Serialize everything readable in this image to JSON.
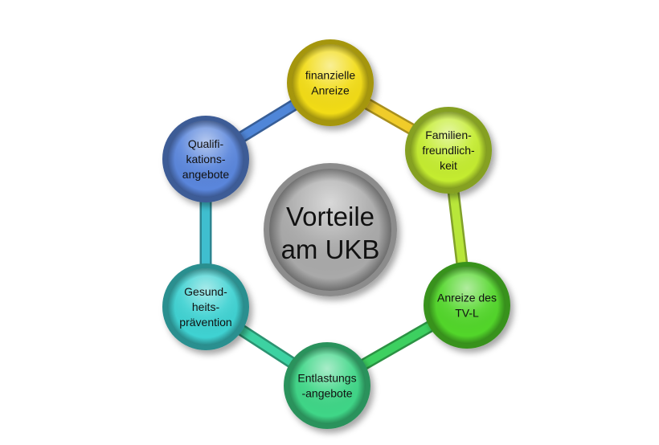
{
  "center": {
    "lines": [
      "Vorteile",
      "am UKB"
    ],
    "color": "#a9a9a9"
  },
  "nodes": [
    {
      "id": "finanzielle-anreize",
      "lines": [
        "finanzielle",
        "Anreize"
      ],
      "color": "#f2dc16"
    },
    {
      "id": "familienfreundlichkeit",
      "lines": [
        "Familien-",
        "freundlich-",
        "keit"
      ],
      "color": "#c4ec30"
    },
    {
      "id": "anreize-tv-l",
      "lines": [
        "Anreize des",
        "TV-L"
      ],
      "color": "#52d62a"
    },
    {
      "id": "entlastungsangebote",
      "lines": [
        "Entlastungs",
        "-angebote"
      ],
      "color": "#3fd687"
    },
    {
      "id": "gesundheitspraevention",
      "lines": [
        "Gesund-",
        "heits-",
        "prävention"
      ],
      "color": "#3fd2d2"
    },
    {
      "id": "qualifikationsangebote",
      "lines": [
        "Qualifi-",
        "kations-",
        "angebote"
      ],
      "color": "#5a86dc"
    }
  ],
  "ring_segments": [
    {
      "from": "finanzielle-anreize",
      "to": "familienfreundlichkeit",
      "color": "#f0cc2a"
    },
    {
      "from": "familienfreundlichkeit",
      "to": "anreize-tv-l",
      "color": "#b8e63a"
    },
    {
      "from": "anreize-tv-l",
      "to": "entlastungsangebote",
      "color": "#3dd060"
    },
    {
      "from": "entlastungsangebote",
      "to": "gesundheitspraevention",
      "color": "#3dd2a2"
    },
    {
      "from": "gesundheitspraevention",
      "to": "qualifikationsangebote",
      "color": "#3fbecf"
    },
    {
      "from": "qualifikationsangebote",
      "to": "finanzielle-anreize",
      "color": "#4f86d8"
    }
  ]
}
